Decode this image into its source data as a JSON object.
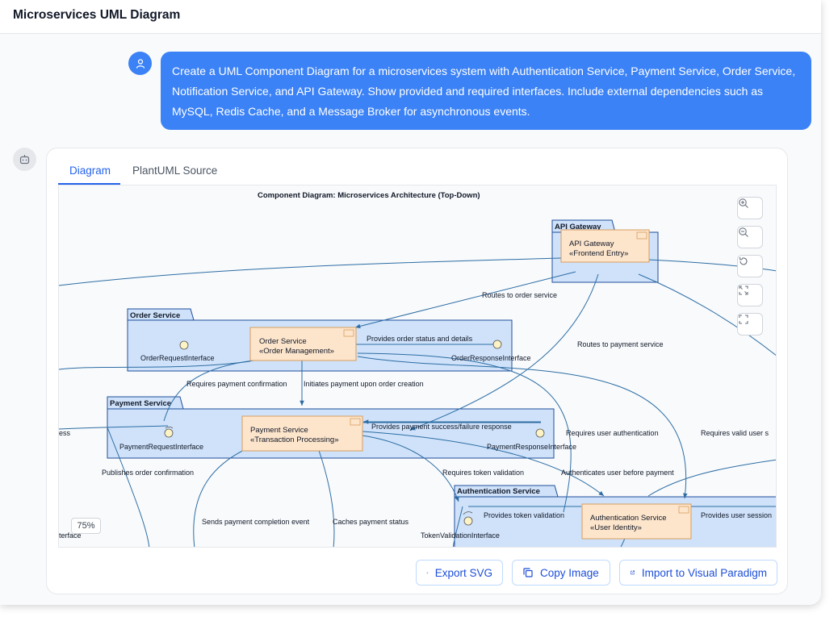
{
  "app": {
    "title": "Microservices UML Diagram"
  },
  "user_message": {
    "text": "Create a UML Component Diagram for a microservices system with Authentication Service, Payment Service, Order Service, Notification Service, and API Gateway. Show provided and required interfaces. Include external dependencies such as MySQL, Redis Cache, and a Message Broker for asynchronous events."
  },
  "tabs": [
    {
      "label": "Diagram",
      "active": true
    },
    {
      "label": "PlantUML Source",
      "active": false
    }
  ],
  "diagram": {
    "title": "Component Diagram: Microservices Architecture (Top-Down)",
    "packages": {
      "api_gateway": "API Gateway",
      "order": "Order Service",
      "payment": "Payment Service",
      "auth": "Authentication Service"
    },
    "components": {
      "api_gateway": {
        "name": "API Gateway",
        "stereotype": "«Frontend Entry»"
      },
      "order": {
        "name": "Order Service",
        "stereotype": "«Order Management»"
      },
      "payment": {
        "name": "Payment Service",
        "stereotype": "«Transaction Processing»"
      },
      "auth": {
        "name": "Authentication Service",
        "stereotype": "«User Identity»"
      }
    },
    "interfaces": {
      "order_request": "OrderRequestInterface",
      "order_response": "OrderResponseInterface",
      "payment_request": "PaymentRequestInterface",
      "payment_response": "PaymentResponseInterface",
      "token_validation": "TokenValidationInterface",
      "partial_interface": "terface"
    },
    "edge_labels": {
      "routes_order": "Routes to order service",
      "routes_payment": "Routes to payment service",
      "order_status": "Provides order status and details",
      "requires_payment_confirmation": "Requires payment confirmation",
      "initiates_payment": "Initiates payment upon order creation",
      "payment_response": "Provides payment success/failure response",
      "requires_user_auth": "Requires user authentication",
      "requires_valid_session": "Requires valid user s",
      "partial_left": "ess",
      "publishes_order_confirmation": "Publishes order confirmation",
      "requires_token_validation": "Requires token validation",
      "authenticates_before_payment": "Authenticates user before payment",
      "sends_payment_completion": "Sends payment completion event",
      "caches_payment_status": "Caches payment status",
      "provides_token_validation": "Provides token validation",
      "provides_user_session": "Provides user session"
    },
    "zoom_level": "75%"
  },
  "zoom_controls": [
    "zoom-in-icon",
    "zoom-out-icon",
    "reset-icon",
    "fit-icon",
    "fullscreen-icon"
  ],
  "actions": {
    "export_svg": "Export SVG",
    "copy_image": "Copy Image",
    "import_vp": "Import to Visual Paradigm"
  },
  "colors": {
    "accent": "#3b82f6",
    "package_fill": "#cfe2fa",
    "package_stroke": "#1f4e9a",
    "component_fill": "#fde5cc",
    "component_stroke": "#d89d5c",
    "edge": "#2d6da3"
  }
}
